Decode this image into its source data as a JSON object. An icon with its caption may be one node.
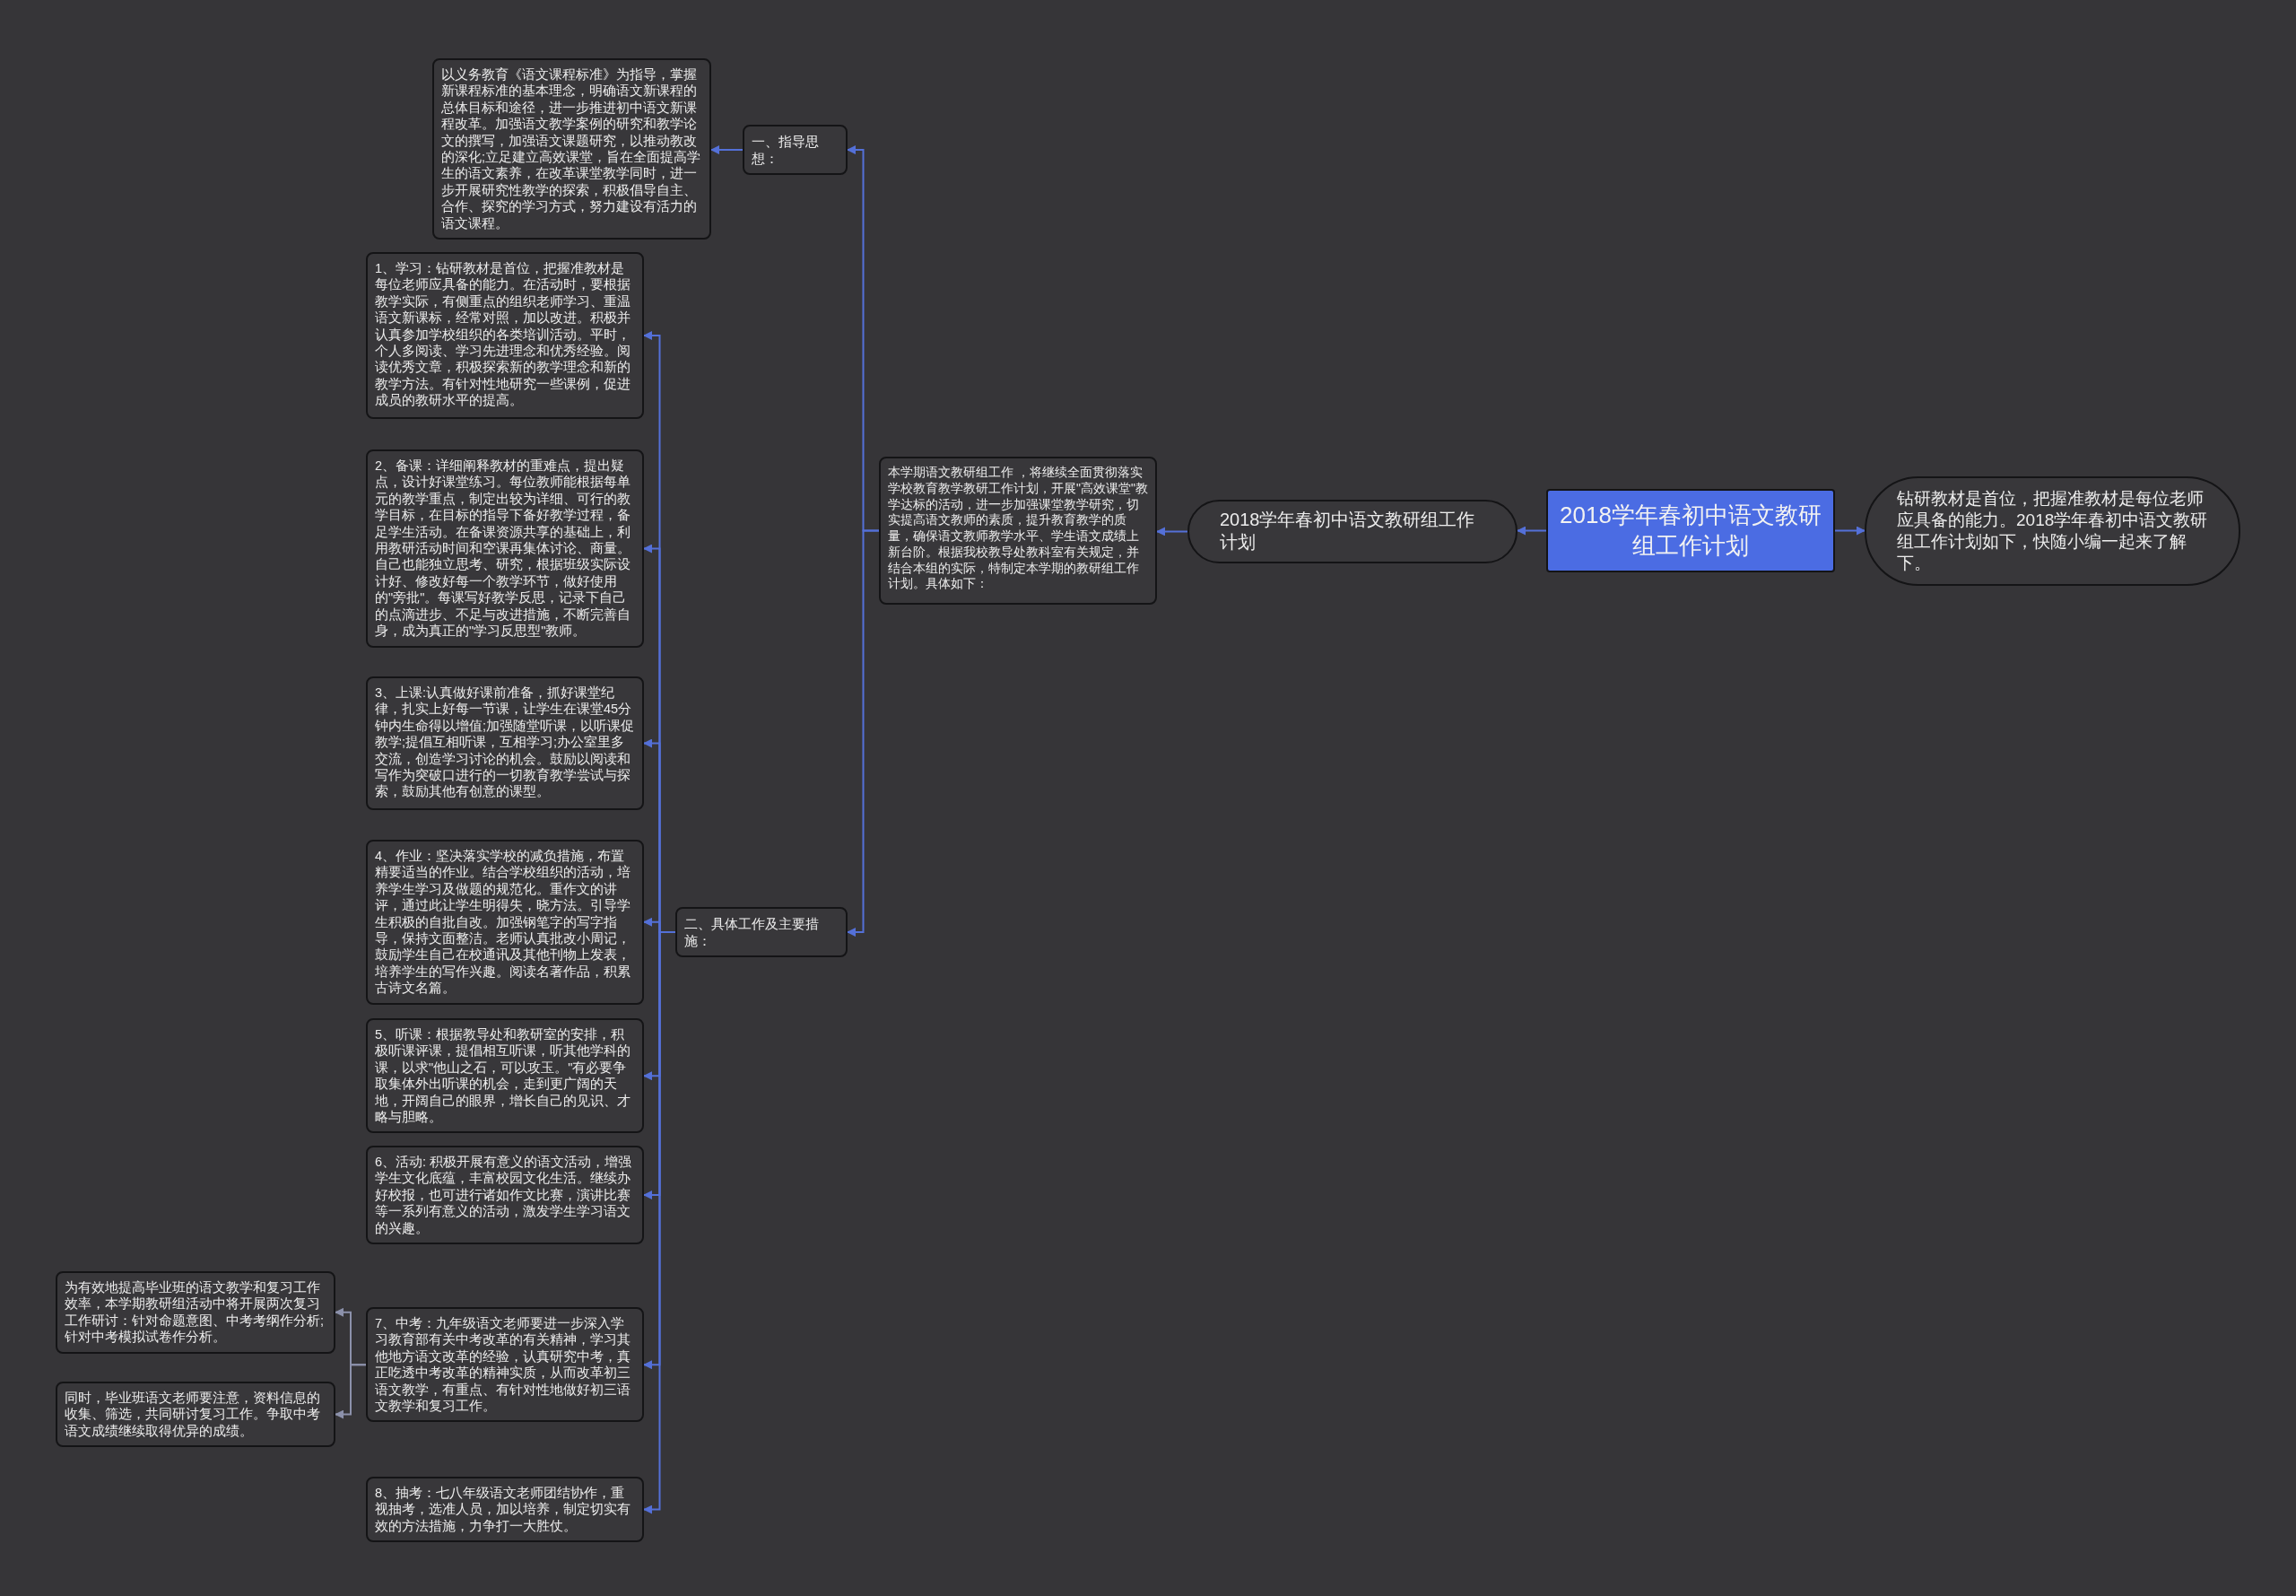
{
  "diagram": {
    "nodes": [
      {
        "text": [
          "2018学年春初中语文教研组工作计划"
        ]
      },
      {
        "text": [
          "钻研教材是首位，把握准教材是每位老师应具备的能力。2018学年春初中语文教研组工作计划如下，快随小编一起来了解下。"
        ]
      },
      {
        "text": [
          "2018学年春初中语文教研组工作计划"
        ]
      },
      {
        "text": [
          "本学期语文教研组工作 ，将继续全面贯彻落实学校教育教学教研工作计划，开展\"高效课堂\"教学达标的活动，进一步加强课堂教学研究，切实提高语文教师的素质，提升教育教学的质量，确保语文教师教学水平、学生语文成绩上新台阶。根据我校教导处教科室有关规定，并结合本组的实际，特制定本学期的教研组工作计划。具体如下："
        ]
      },
      {
        "text": [
          "一、指导思想："
        ]
      },
      {
        "text": [
          "以义务教育《语文课程标准》为指导，掌握新课程标准的基本理念，明确语文新课程的总体目标和途径，进一步推进初中语文新课程改革。加强语文教学案例的研究和教学论文的撰写，加强语文课题研究，以推动教改的深化;立足建立高效课堂，旨在全面提高学生的语文素养，在改革课堂教学同时，进一步开展研究性教学的探索，积极倡导自主、合作、探究的学习方式，努力建设有活力的语文课程。"
        ]
      },
      {
        "text": [
          "二、具体工作及主要措施："
        ]
      },
      {
        "text": [
          "1、学习：钻研教材是首位，把握准教材是每位老师应具备的能力。在活动时，要根据教学实际，有侧重点的组织老师学习、重温语文新课标，经常对照，加以改进。积极并认真参加学校组织的各类培训活动。平时，个人多阅读、学习先进理念和优秀经验。阅读优秀文章，积极探索新的教学理念和新的教学方法。有针对性地研究一些课例，促进成员的教研水平的提高。"
        ]
      },
      {
        "text": [
          "2、备课：详细阐释教材的重难点，提出疑点，设计好课堂练习。每位教师能根据每单元的教学重点，制定出较为详细、可行的教学目标，在目标的指导下备好教学过程，备足学生活动。在备课资源共享的基础上，利用教研活动时间和空课再集体讨论、商量。自己也能独立思考、研究，根据班级实际设计好、修改好每一个教学环节，做好使用的\"旁批\"。每课写好教学反思，记录下自己的点滴进步、不足与改进措施，不断完善自身，成为真正的\"学习反思型\"教师。"
        ]
      },
      {
        "text": [
          "3、上课:认真做好课前准备，抓好课堂纪律，扎实上好每一节课，让学生在课堂45分钟内生命得以增值;加强随堂听课，以听课促教学;提倡互相听课，互相学习;办公室里多交流，创造学习讨论的机会。鼓励以阅读和写作为突破口进行的一切教育教学尝试与探索，鼓励其他有创意的课型。"
        ]
      },
      {
        "text": [
          "4、作业：坚决落实学校的减负措施，布置精要适当的作业。结合学校组织的活动，培养学生学习及做题的规范化。重作文的讲评，通过此让学生明得失，晓方法。引导学生积极的自批自改。加强钢笔字的写字指导，保持文面整洁。老师认真批改小周记，鼓励学生自己在校通讯及其他刊物上发表，培养学生的写作兴趣。阅读名著作品，积累古诗文名篇。"
        ]
      },
      {
        "text": [
          "5、听课：根据教导处和教研室的安排，积极听课评课，提倡相互听课，听其他学科的课，以求\"他山之石，可以攻玉。\"有必要争取集体外出听课的机会，走到更广阔的天地，开阔自己的眼界，增长自己的见识、才略与胆略。"
        ]
      },
      {
        "text": [
          "6、活动: 积极开展有意义的语文活动，增强学生文化底蕴，丰富校园文化生活。继续办好校报，也可进行诸如作文比赛，演讲比赛等一系列有意义的活动，激发学生学习语文的兴趣。"
        ]
      },
      {
        "text": [
          "7、中考：九年级语文老师要进一步深入学习教育部有关中考改革的有关精神，学习其他地方语文改革的经验，认真研究中考，真正吃透中考改革的精神实质，从而改革初三语文教学，有重点、有针对性地做好初三语文教学和复习工作。"
        ]
      },
      {
        "text": [
          "8、抽考：七八年级语文老师团结协作，重视抽考，选准人员，加以培养，制定切实有效的方法措施，力争打一大胜仗。"
        ]
      },
      {
        "text": [
          "为有效地提高毕业班的语文教学和复习工作效率，本学期教研组活动中将开展两次复习工作研讨：针对命题意图、中考考纲作分析;针对中考模拟试卷作分析。"
        ]
      },
      {
        "text": [
          "同时，毕业班语文老师要注意，资料信息的收集、筛选，共同研讨复习工作。争取中考语文成绩继续取得优异的成绩。"
        ]
      }
    ],
    "edges": [
      {
        "from": 0,
        "to": 1,
        "arrow": "to"
      },
      {
        "from": 0,
        "to": 2,
        "arrow": "to"
      },
      {
        "from": 2,
        "to": 3,
        "arrow": "to"
      },
      {
        "from": 3,
        "to": 4,
        "arrow": "to"
      },
      {
        "from": 3,
        "to": 6,
        "arrow": "to"
      },
      {
        "from": 4,
        "to": 5,
        "arrow": "to"
      },
      {
        "from": 6,
        "to": 7,
        "arrow": "to"
      },
      {
        "from": 6,
        "to": 8,
        "arrow": "to"
      },
      {
        "from": 6,
        "to": 9,
        "arrow": "to"
      },
      {
        "from": 6,
        "to": 10,
        "arrow": "to"
      },
      {
        "from": 6,
        "to": 11,
        "arrow": "to"
      },
      {
        "from": 6,
        "to": 12,
        "arrow": "to"
      },
      {
        "from": 6,
        "to": 13,
        "arrow": "to"
      },
      {
        "from": 6,
        "to": 14,
        "arrow": "to"
      },
      {
        "from": 13,
        "to": 15,
        "arrow": "to",
        "color": "#8c91ab"
      },
      {
        "from": 13,
        "to": 16,
        "arrow": "to",
        "color": "#8c91ab"
      }
    ]
  }
}
